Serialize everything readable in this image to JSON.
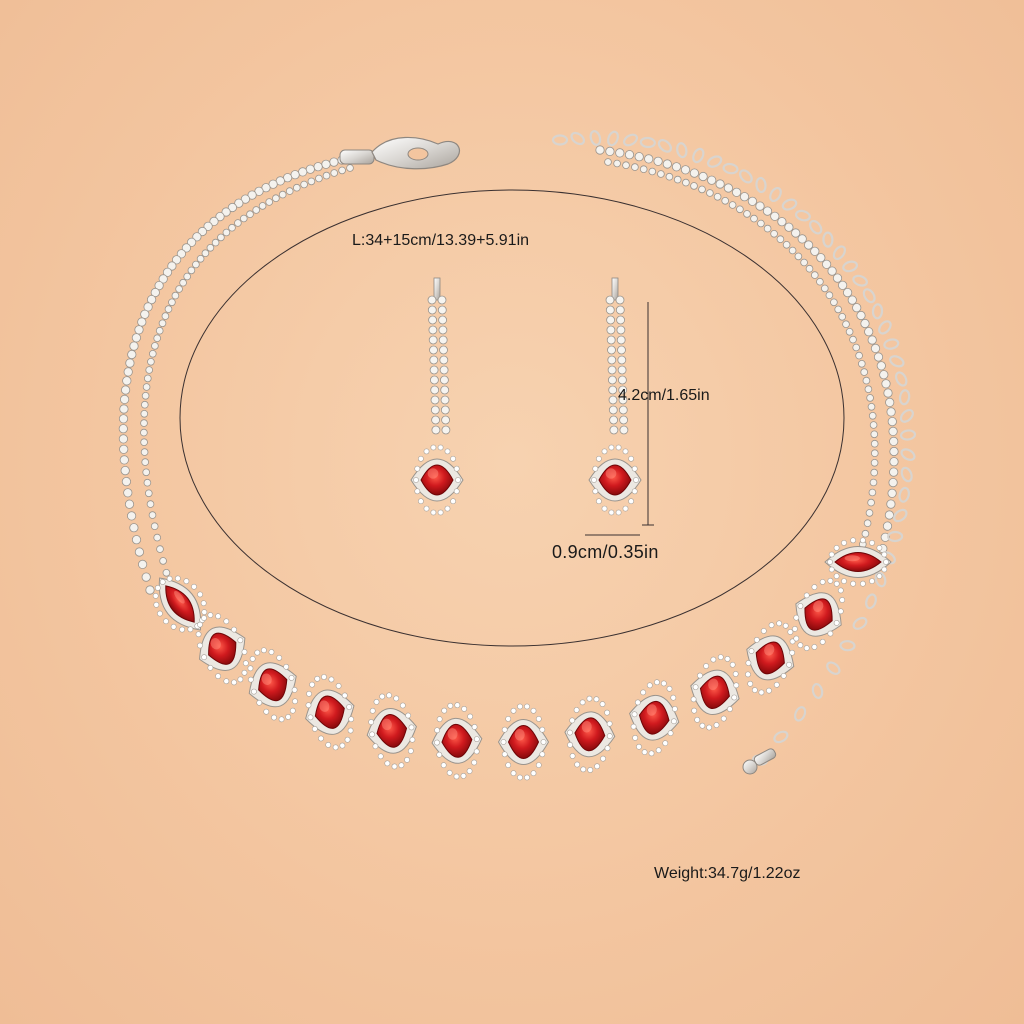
{
  "specs": {
    "length": "L:34+15cm/13.39+5.91in",
    "earring_height": "4.2cm/1.65in",
    "earring_width": "0.9cm/0.35in",
    "weight": "Weight:34.7g/1.22oz"
  },
  "colors": {
    "background": "#f4c9a3",
    "gem_red": "#c8141a",
    "metal": "#e8e6e2",
    "line": "#3a3030"
  },
  "gem_count": 13
}
